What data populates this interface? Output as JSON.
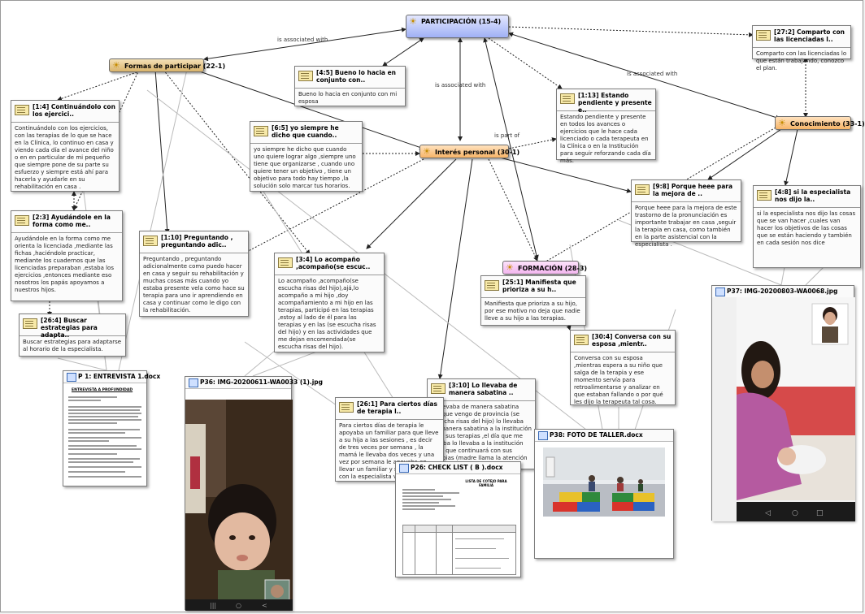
{
  "codes": {
    "participacion": "PARTICIPACIÓN (15-4)",
    "formas": "Formas de participar (22-1)",
    "interes": "Interés personal (30-1)",
    "conocimiento": "Conocimiento (33-1)",
    "formacion": "FORMACIÓN (28-3)"
  },
  "link_labels": {
    "assoc1": "is associated with",
    "assoc2": "is associated with",
    "assoc3": "is associated with",
    "partof": "is part of"
  },
  "quotes": {
    "q45": {
      "title": "[4:5] Bueno lo hacia en conjunto con..",
      "body": "Bueno lo hacia en conjunto con mi esposa"
    },
    "q272": {
      "title": "[27:2] Comparto con las licenciadas l..",
      "body": "Comparto con las licenciadas lo que están trabajando, conozco el plan."
    },
    "q14": {
      "title": "[1:4] Continuándolo con los ejercici..",
      "body": "Continuándolo con los ejercicios, con las terapias de lo que se hace en la Clínica, lo continuo en casa y viendo cada día el avance del niño o en en particular de mi pequeño que siempre pone de su parte su esfuerzo y siempre está ahí para hacerla y ayudarle en su rehabilitación en casa ."
    },
    "q113": {
      "title": "[1:13] Estando pendiente y presente e..",
      "body": "Estando pendiente y presente en todos los avances o ejercicios que le hace cada licenciado o cada terapeuta en la Clínica o en la Institución para seguir reforzando cada día más."
    },
    "q65": {
      "title": "[6:5] yo siempre he dicho que cuando..",
      "body": "yo siempre he dicho que cuando uno quiere lograr algo ,siempre uno tiene que organizarse , cuando uno quiere tener un objetivo , tiene un objetivo para todo hay tiempo ,la solución solo marcar tus horarios."
    },
    "q98": {
      "title": "[9:8] Porque heee para la mejora de ..",
      "body": "Porque heee para la mejora de este trastorno de la pronunciación es importante trabajar en casa ,seguir la terapia en casa, como también en la parte asistencial con la especialista ."
    },
    "q48": {
      "title": "[4:8] si la especialista nos dijo la..",
      "body": "si la especialista nos dijo las cosas que se van hacer ,cuales van hacer los objetivos de las cosas que se están haciendo y también en cada sesión nos dice"
    },
    "q23": {
      "title": "[2:3] Ayudándole en la forma como me..",
      "body": "Ayudándole en la forma como me orienta la licenciada ,mediante las fichas ,haciéndole practicar, mediante los cuadernos que las licenciadas preparaban ,estaba los ejercicios ,entonces mediante eso nosotros los papás apoyamos a nuestros hijos."
    },
    "q110": {
      "title": "[1:10] Preguntando , preguntando adic..",
      "body": "Preguntando , preguntando adicionalmente como puedo hacer en casa y seguir su rehabilitación y muchas cosas más cuando yo estaba presente vela como hace su terapia para uno ir aprendiendo en casa y continuar como le digo con la rehabilitación."
    },
    "q34": {
      "title": "[3:4] Lo acompaño ,acompaño(se escuc..",
      "body": "Lo acompaño ,acompaño(se escucha risas del hijo),ajá,lo acompaño a mi hijo ,doy acompañamiento a mi hijo en las terapias, participó en las terapias ,estoy al lado de él para las terapias y en las (se escucha risas del hijo) y en las actividades que me dejan encomendada(se escucha risas del hijo)."
    },
    "q251": {
      "title": "[25:1] Manifiesta que prioriza a su h..",
      "body": "Manifiesta que prioriza a su hijo, por ese motivo no deja que nadie lleve a su hijo a las terapias."
    },
    "q264": {
      "title": "[26:4] Buscar estrategias para adapta..",
      "body": "Buscar estrategias para adaptarse al horario de la especialista."
    },
    "q304": {
      "title": "[30:4] Conversa con su esposa ,mientr..",
      "body": "Conversa con su esposa ,mientras espera a su niño que salga de la terapia y ese momento servía para retroalimentarse y analizar en que estaban fallando o por qué les dijo la terapeuta tal cosa."
    },
    "q310": {
      "title": "[3:10] Lo llevaba de manera sabatina ..",
      "body": "Lo llevaba de manera sabatina ,porque vengo de provincia (se escucha risas del hijo) lo llevaba de manera sabatina a la institución para sus terapias ,el día que me tocaba lo llevaba a la institución para que continuará con sus terapias (madre llama la atención al pequeño)."
    },
    "q261": {
      "title": "[26:1] Para ciertos días de terapia l..",
      "body": "Para ciertos días de terapia le apoyaba un familiar para que lleve a su hija a las sesiones , es decir de tres veces por semana , la mamá le llevaba dos veces y una vez por semana le apoyaba en llevar un familiar y se comunicaba con la especialista vía telefónica."
    }
  },
  "docs": {
    "p1": {
      "title": "P 1: ENTREVISTA 1.docx",
      "heading": "ENTREVISTA A PROFUNDIDAD"
    },
    "p36": {
      "title": "P36: IMG-20200611-WA0033 (1).jpg"
    },
    "p26": {
      "title": "P26: CHECK LIST ( B ).docx",
      "heading": "LISTA DE COTEJO PARA FAMILIA"
    },
    "p38": {
      "title": "P38: FOTO DE TALLER.docx"
    },
    "p37": {
      "title": "P37: IMG-20200803-WA0068.jpg"
    }
  },
  "icons": {
    "code": "sun-icon",
    "quote": "quotation-icon",
    "document": "document-icon"
  }
}
